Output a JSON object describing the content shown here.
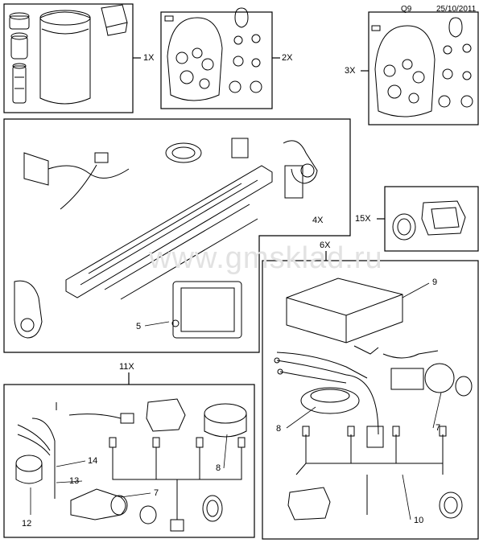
{
  "header": {
    "code": "Q9",
    "date": "25/10/2011"
  },
  "watermark": "www.gmsklad.ru",
  "callouts": {
    "qty_1x": "1X",
    "qty_2x": "2X",
    "qty_3x": "3X",
    "qty_4x": "4X",
    "qty_15x": "15X",
    "qty_6x": "6X",
    "qty_11x": "11X",
    "part_5": "5",
    "part_9": "9",
    "part_8_right": "8",
    "part_7_right": "7",
    "part_10": "10",
    "part_14": "14",
    "part_13": "13",
    "part_12": "12",
    "part_8_left": "8",
    "part_7_left": "7"
  }
}
